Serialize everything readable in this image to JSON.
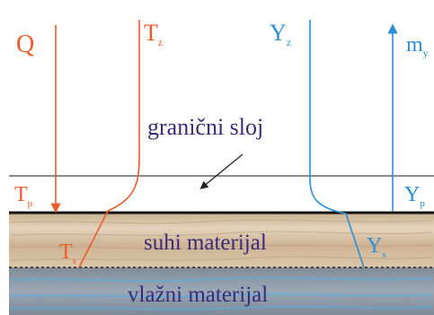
{
  "labels": {
    "q": "Q",
    "t_z": "T",
    "t_z_sub": "z",
    "y_z": "Y",
    "y_z_sub": "z",
    "m": "m",
    "m_sub": "y",
    "boundary_layer": "granični sloj",
    "t_p": "T",
    "t_p_sub": "p",
    "y_p": "Y",
    "y_p_sub": "p",
    "t_s": "T",
    "t_s_sub": "s",
    "y_s": "Y",
    "y_s_sub": "s",
    "dry_material": "suhi materijal",
    "wet_material": "vlažni materijal"
  },
  "colors": {
    "heat": "#ee5a2c",
    "moisture": "#2a8fd8",
    "text": "#3a2a78",
    "dry_layer": "#d9c4a8",
    "wet_layer": "#8e9aa8",
    "line": "#222222"
  }
}
